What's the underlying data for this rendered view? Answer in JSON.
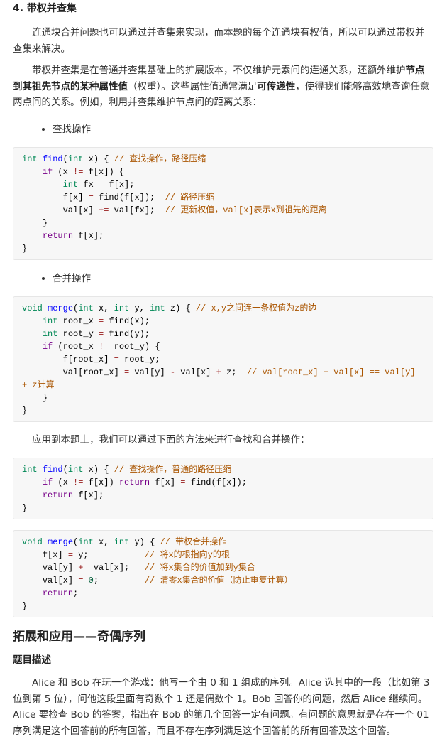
{
  "section_title": "4. 带权并查集",
  "para1": "连通块合并问题也可以通过并查集来实现，而本题的每个连通块有权值，所以可以通过带权并查集来解决。",
  "para2": {
    "a": "带权并查集是在普通并查集基础上的扩展版本，不仅维护元素间的连通关系，还额外维护",
    "b1": "节点到其祖先节点的某种属性值",
    "c": "（权重）。这些属性值通常满足",
    "b2": "可传递性",
    "d": "，使得我们能够高效地查询任意两点间的关系。例如，利用并查集维护节点间的距离关系："
  },
  "bullet1": "查找操作",
  "bullet2": "合并操作",
  "para3": "应用到本题上，我们可以通过下面的方法来进行查找和合并操作：",
  "code_blocks": [
    [
      [
        [
          "kw",
          "int"
        ],
        [
          "p",
          " "
        ],
        [
          "fn",
          "find"
        ],
        [
          "p",
          "("
        ],
        [
          "kw",
          "int"
        ],
        [
          "p",
          " x) { "
        ],
        [
          "cm",
          "// 查找操作，路径压缩"
        ]
      ],
      [
        [
          "p",
          "    "
        ],
        [
          "ctrl",
          "if"
        ],
        [
          "p",
          " (x "
        ],
        [
          "op",
          "!="
        ],
        [
          "p",
          " f[x]) {"
        ]
      ],
      [
        [
          "p",
          "        "
        ],
        [
          "kw",
          "int"
        ],
        [
          "p",
          " fx "
        ],
        [
          "op",
          "="
        ],
        [
          "p",
          " f[x];"
        ]
      ],
      [
        [
          "p",
          "        f[x] "
        ],
        [
          "op",
          "="
        ],
        [
          "p",
          " find(f[x]);  "
        ],
        [
          "cm",
          "// 路径压缩"
        ]
      ],
      [
        [
          "p",
          "        val[x] "
        ],
        [
          "op",
          "+="
        ],
        [
          "p",
          " val[fx];  "
        ],
        [
          "cm",
          "// 更新权值，val[x]表示x到祖先的距离"
        ]
      ],
      [
        [
          "p",
          "    }"
        ]
      ],
      [
        [
          "p",
          "    "
        ],
        [
          "ctrl",
          "return"
        ],
        [
          "p",
          " f[x];"
        ]
      ],
      [
        [
          "p",
          "}"
        ]
      ]
    ],
    [
      [
        [
          "kw",
          "void"
        ],
        [
          "p",
          " "
        ],
        [
          "fn",
          "merge"
        ],
        [
          "p",
          "("
        ],
        [
          "kw",
          "int"
        ],
        [
          "p",
          " x, "
        ],
        [
          "kw",
          "int"
        ],
        [
          "p",
          " y, "
        ],
        [
          "kw",
          "int"
        ],
        [
          "p",
          " z) { "
        ],
        [
          "cm",
          "// x,y之间连一条权值为z的边"
        ]
      ],
      [
        [
          "p",
          "    "
        ],
        [
          "kw",
          "int"
        ],
        [
          "p",
          " root_x "
        ],
        [
          "op",
          "="
        ],
        [
          "p",
          " find(x);"
        ]
      ],
      [
        [
          "p",
          "    "
        ],
        [
          "kw",
          "int"
        ],
        [
          "p",
          " root_y "
        ],
        [
          "op",
          "="
        ],
        [
          "p",
          " find(y);"
        ]
      ],
      [
        [
          "p",
          "    "
        ],
        [
          "ctrl",
          "if"
        ],
        [
          "p",
          " (root_x "
        ],
        [
          "op",
          "!="
        ],
        [
          "p",
          " root_y) {"
        ]
      ],
      [
        [
          "p",
          "        f[root_x] "
        ],
        [
          "op",
          "="
        ],
        [
          "p",
          " root_y;"
        ]
      ],
      [
        [
          "p",
          "        val[root_x] "
        ],
        [
          "op",
          "="
        ],
        [
          "p",
          " val[y] "
        ],
        [
          "op",
          "-"
        ],
        [
          "p",
          " val[x] "
        ],
        [
          "op",
          "+"
        ],
        [
          "p",
          " z;  "
        ],
        [
          "cm",
          "// val[root_x] + val[x] == val[y] + z计算"
        ]
      ],
      [
        [
          "p",
          "    }"
        ]
      ],
      [
        [
          "p",
          "}"
        ]
      ]
    ],
    [
      [
        [
          "kw",
          "int"
        ],
        [
          "p",
          " "
        ],
        [
          "fn",
          "find"
        ],
        [
          "p",
          "("
        ],
        [
          "kw",
          "int"
        ],
        [
          "p",
          " x) { "
        ],
        [
          "cm",
          "// 查找操作，普通的路径压缩"
        ]
      ],
      [
        [
          "p",
          "    "
        ],
        [
          "ctrl",
          "if"
        ],
        [
          "p",
          " (x "
        ],
        [
          "op",
          "!="
        ],
        [
          "p",
          " f[x]) "
        ],
        [
          "ctrl",
          "return"
        ],
        [
          "p",
          " f[x] "
        ],
        [
          "op",
          "="
        ],
        [
          "p",
          " find(f[x]);"
        ]
      ],
      [
        [
          "p",
          "    "
        ],
        [
          "ctrl",
          "return"
        ],
        [
          "p",
          " f[x];"
        ]
      ],
      [
        [
          "p",
          "}"
        ]
      ]
    ],
    [
      [
        [
          "kw",
          "void"
        ],
        [
          "p",
          " "
        ],
        [
          "fn",
          "merge"
        ],
        [
          "p",
          "("
        ],
        [
          "kw",
          "int"
        ],
        [
          "p",
          " x, "
        ],
        [
          "kw",
          "int"
        ],
        [
          "p",
          " y) { "
        ],
        [
          "cm",
          "// 带权合并操作"
        ]
      ],
      [
        [
          "p",
          "    f[x] "
        ],
        [
          "op",
          "="
        ],
        [
          "p",
          " y;           "
        ],
        [
          "cm",
          "// 将x的根指向y的根"
        ]
      ],
      [
        [
          "p",
          "    val[y] "
        ],
        [
          "op",
          "+="
        ],
        [
          "p",
          " val[x];   "
        ],
        [
          "cm",
          "// 将x集合的价值加到y集合"
        ]
      ],
      [
        [
          "p",
          "    val[x] "
        ],
        [
          "op",
          "="
        ],
        [
          "p",
          " "
        ],
        [
          "num",
          "0"
        ],
        [
          "p",
          ";         "
        ],
        [
          "cm",
          "// 清零x集合的价值（防止重复计算）"
        ]
      ],
      [
        [
          "p",
          "    "
        ],
        [
          "ctrl",
          "return"
        ],
        [
          "p",
          ";"
        ]
      ],
      [
        [
          "p",
          "}"
        ]
      ]
    ]
  ],
  "heading2": "拓展和应用——奇偶序列",
  "heading3": "题目描述",
  "para4": "Alice 和 Bob 在玩一个游戏：他写一个由 0 和 1 组成的序列。Alice 选其中的一段（比如第 3 位到第 5 位），问他这段里面有奇数个 1 还是偶数个 1。Bob 回答你的问题，然后 Alice 继续问。Alice 要检查 Bob 的答案，指出在 Bob 的第几个回答一定有问题。有问题的意思就是存在一个 01 序列满足这个回答前的所有回答，而且不存在序列满足这个回答前的所有回答及这个回答。",
  "colors": {
    "keyword": "#008855",
    "function": "#0000ff",
    "control": "#770088",
    "operator": "#981a1a",
    "comment": "#aa5500",
    "number": "#116644",
    "code_bg": "#f7f7f7"
  }
}
